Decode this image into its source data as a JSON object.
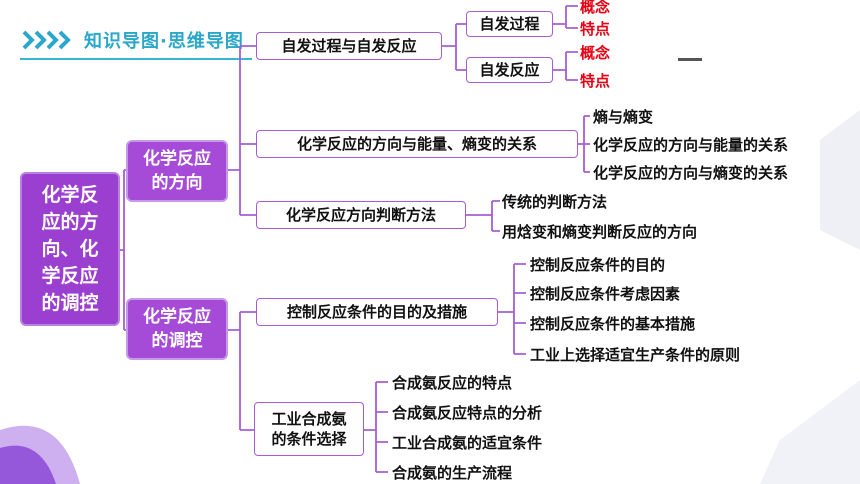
{
  "header": {
    "title": "知识导图·思维导图"
  },
  "root": {
    "lines": [
      "化学反",
      "应的方",
      "向、化",
      "学反应",
      "的调控"
    ]
  },
  "direction": {
    "lines": [
      "化学反应",
      "的方向"
    ],
    "spontaneous": {
      "label": "自发过程与自发反应",
      "process": {
        "label": "自发过程",
        "items": [
          "概念",
          "特点"
        ]
      },
      "reaction": {
        "label": "自发反应",
        "items": [
          "概念",
          "特点"
        ]
      }
    },
    "energy_entropy": {
      "label": "化学反应的方向与能量、熵变的关系",
      "items": [
        "熵与熵变",
        "化学反应的方向与能量的关系",
        "化学反应的方向与熵变的关系"
      ]
    },
    "judgement": {
      "label": "化学反应方向判断方法",
      "items": [
        "传统的判断方法",
        "用焓变和熵变判断反应的方向"
      ]
    }
  },
  "regulation": {
    "lines": [
      "化学反应",
      "的调控"
    ],
    "conditions": {
      "label": "控制反应条件的目的及措施",
      "items": [
        "控制反应条件的目的",
        "控制反应条件考虑因素",
        "控制反应条件的基本措施",
        "工业上选择适宜生产条件的原则"
      ]
    },
    "ammonia": {
      "lines": [
        "工业合成氨",
        "的条件选择"
      ],
      "items": [
        "合成氨反应的特点",
        "合成氨反应特点的分析",
        "工业合成氨的适宜条件",
        "合成氨的生产流程"
      ]
    }
  },
  "colors": {
    "accent": "#2aa7c9",
    "purple": "#a54bd7",
    "red": "#e60012"
  }
}
